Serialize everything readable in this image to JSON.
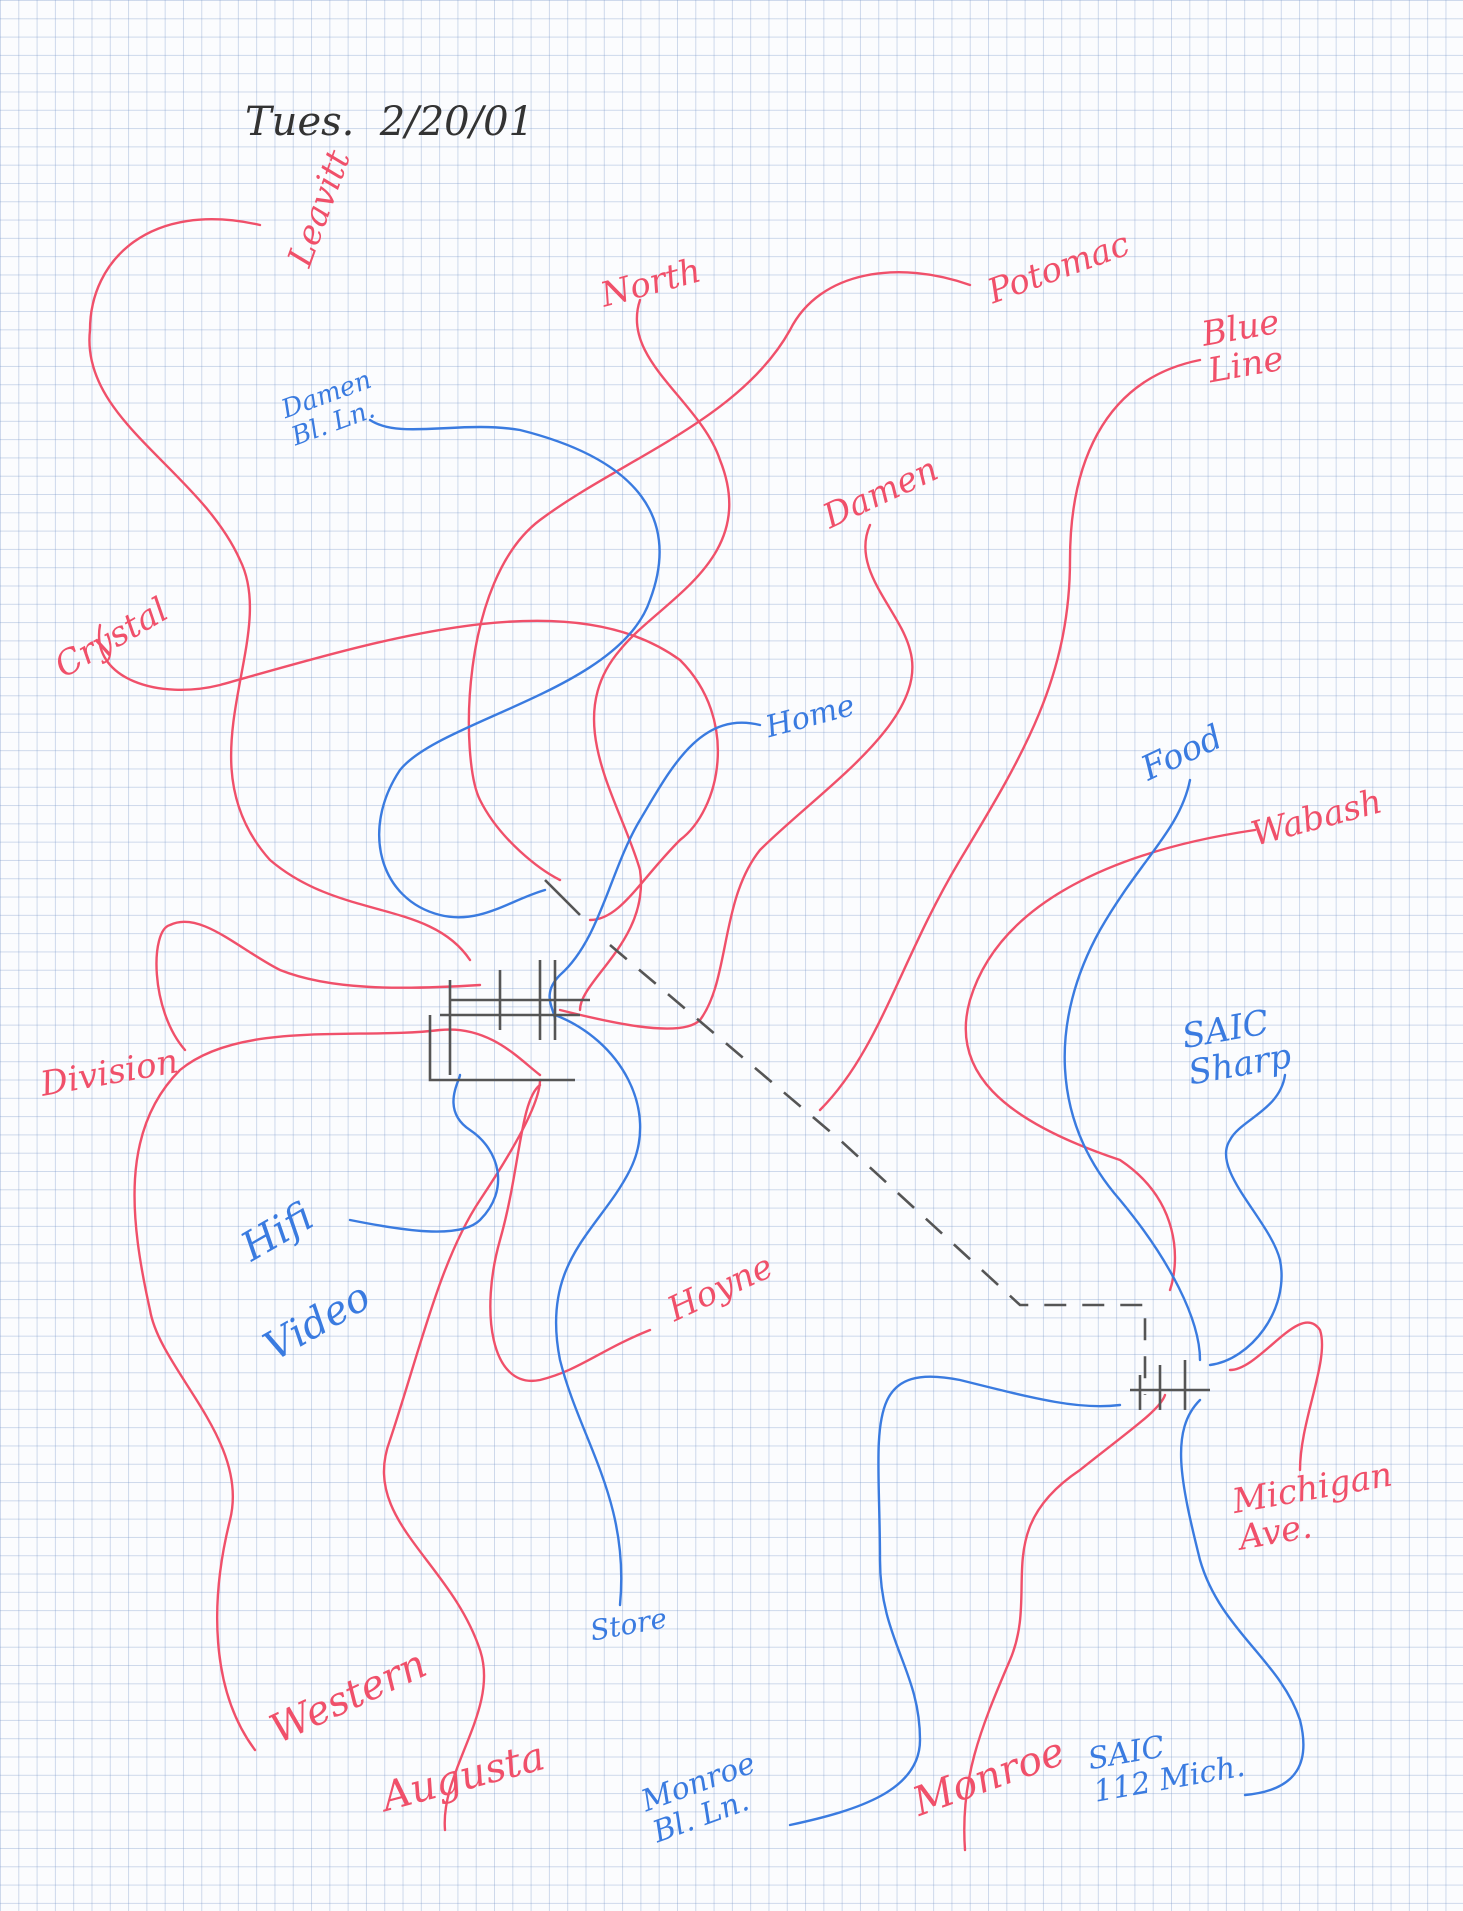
{
  "date_note": "Tues.  2/20/01",
  "colors": {
    "streets": "#f0506a",
    "places": "#3a7be0",
    "route": "#555555"
  },
  "labels": {
    "leavitt": "Leavitt",
    "north": "North",
    "potomac": "Potomac",
    "blue_line": "Blue\nLine",
    "damen_bl_ln": "Damen\nBl. Ln.",
    "damen": "Damen",
    "crystal": "Crystal",
    "home": "Home",
    "food": "Food",
    "wabash": "Wabash",
    "division": "Division",
    "saic_sharp": "SAIC\nSharp",
    "hifi": "Hifi",
    "video": "Video",
    "hoyne": "Hoyne",
    "michigan_ave": "Michigan\nAve.",
    "western": "Western",
    "store": "Store",
    "saic_112": "SAIC\n112 Mich.",
    "augusta": "Augusta",
    "monroe_bl_ln": "Monroe\nBl. Ln.",
    "monroe": "Monroe"
  }
}
